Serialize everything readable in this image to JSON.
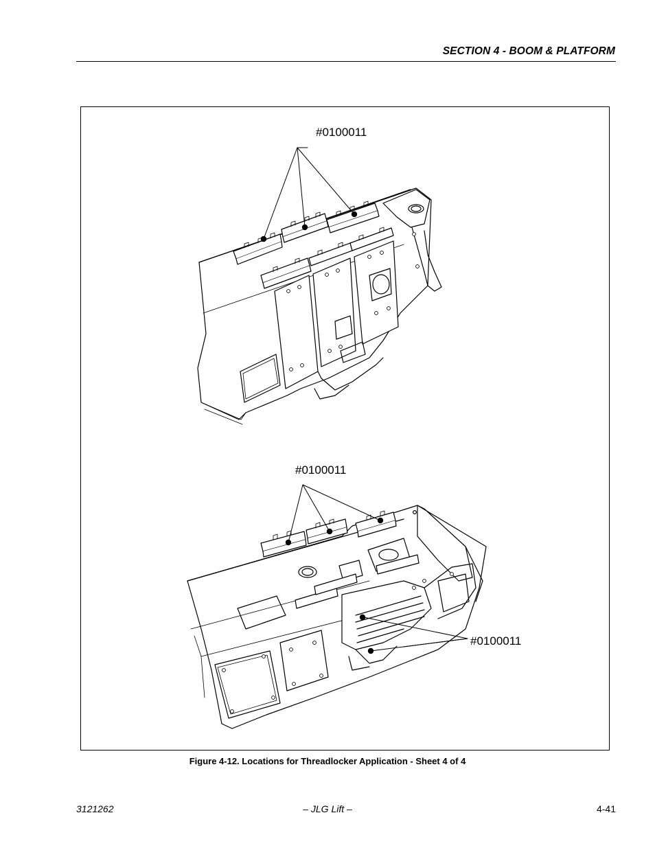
{
  "header": {
    "section_title": "SECTION 4 - BOOM & PLATFORM"
  },
  "figure": {
    "callouts": {
      "top": "#0100011",
      "middle": "#0100011",
      "side": "#0100011"
    },
    "caption": "Figure 4-12.  Locations for Threadlocker Application - Sheet 4 of 4"
  },
  "footer": {
    "doc_number": "3121262",
    "brand": "– JLG Lift –",
    "page_number": "4-41"
  }
}
